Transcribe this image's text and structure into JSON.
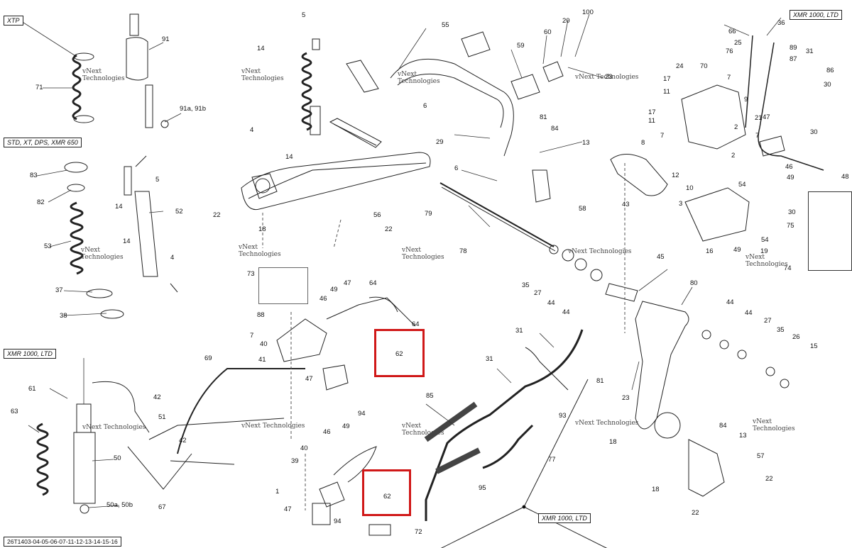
{
  "diagram": {
    "part_numbers": {
      "n5_top": "5",
      "n100": "100",
      "n20": "20",
      "n60": "60",
      "n55": "55",
      "n91": "91",
      "n14_top": "14",
      "n71": "71",
      "n59": "59",
      "n23_top": "23",
      "n91ab": "91a, 91b",
      "n4_mid": "4",
      "n6_a": "6",
      "n81_top": "81",
      "n84_top": "84",
      "n29": "29",
      "n13_top": "13",
      "n14_b": "14",
      "n6_b": "6",
      "n22_a": "22",
      "n18_a": "18",
      "n79": "79",
      "n58": "58",
      "n56": "56",
      "n22_b": "22",
      "n78": "78",
      "n83": "83",
      "n5_left": "5",
      "n82": "82",
      "n14_c": "14",
      "n52": "52",
      "n53": "53",
      "n14_d": "14",
      "n4_left": "4",
      "n37": "37",
      "n38": "38",
      "n73": "73",
      "n88": "88",
      "n7_a": "7",
      "n40_a": "40",
      "n41": "41",
      "n46_a": "46",
      "n49_a": "49",
      "n47_a": "47",
      "n64_a": "64",
      "n64_b": "64",
      "n62_a": "62",
      "n47_b": "47",
      "n69": "69",
      "n94_a": "94",
      "n35_a": "35",
      "n27_a": "27",
      "n44_a": "44",
      "n44_b": "44",
      "n45": "45",
      "n80": "80",
      "n44_c": "44",
      "n44_d": "44",
      "n27_b": "27",
      "n35_b": "35",
      "n26": "26",
      "n15": "15",
      "n31_a": "31",
      "n31_b": "31",
      "n93": "93",
      "n85": "85",
      "n77": "77",
      "n95": "95",
      "n81_b": "81",
      "n23_b": "23",
      "n84_b": "84",
      "n13_b": "13",
      "n18_b": "18",
      "n57": "57",
      "n22_c": "22",
      "n18_c": "18",
      "n22_d": "22",
      "n61": "61",
      "n42_a": "42",
      "n51": "51",
      "n42_b": "42",
      "n63": "63",
      "n50": "50",
      "n50ab": "50a, 50b",
      "n67": "67",
      "n49_b": "49",
      "n46_b": "46",
      "n40_b": "40",
      "n39": "39",
      "n1": "1",
      "n62_b": "62",
      "n47_c": "47",
      "n94_b": "94",
      "n72": "72",
      "n66": "66",
      "n36": "36",
      "n25": "25",
      "n89": "89",
      "n31_r": "31",
      "n76": "76",
      "n87": "87",
      "n86": "86",
      "n24": "24",
      "n70": "70",
      "n17_a": "17",
      "n11_a": "11",
      "n7_r1": "7",
      "n30_a": "30",
      "n9": "9",
      "n17_b": "17",
      "n11_b": "11",
      "n21": "21",
      "n7_r2": "7",
      "n2_a": "2",
      "n8": "8",
      "n7_r3": "7",
      "n30_b": "30",
      "n47_r": "47",
      "n2_b": "2",
      "n12": "12",
      "n46_r": "46",
      "n10": "10",
      "n49_r": "49",
      "n48": "48",
      "n43": "43",
      "n54_a": "54",
      "n3": "3",
      "n30_c": "30",
      "n75": "75",
      "n54_b": "54",
      "n16": "16",
      "n49_c": "49",
      "n19": "19",
      "n74": "74"
    },
    "variant_labels": {
      "xtp": "XTP",
      "std": "STD, XT, DPS, XMR 650",
      "xmr_top": "XMR 1000, LTD",
      "xmr_left": "XMR 1000, LTD",
      "xmr_bottom": "XMR 1000, LTD"
    },
    "watermark_line1": "vNext",
    "watermark_line2": "Technologies",
    "watermark_inline": "vNext Technologies",
    "figure_code": "26T1403-04-05-06-07-11-12-13-14-15-16",
    "highlight_color": "#d01818"
  }
}
